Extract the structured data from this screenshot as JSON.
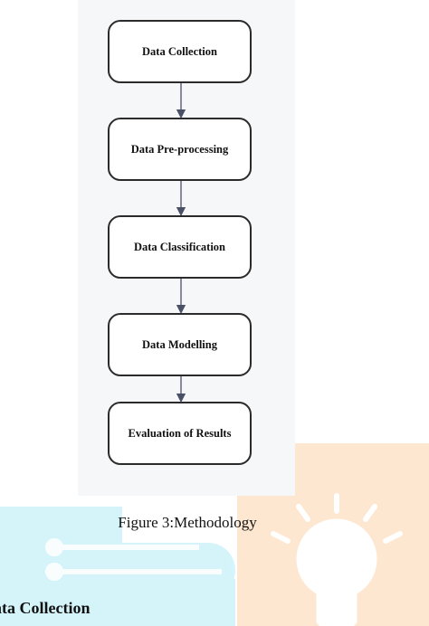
{
  "diagram": {
    "steps": [
      {
        "label": "Data Collection"
      },
      {
        "label": "Data Pre-processing"
      },
      {
        "label": "Data Classification"
      },
      {
        "label": "Data Modelling"
      },
      {
        "label": "Evaluation of Results"
      }
    ],
    "box_border_color": "#2b2b2b",
    "arrow_color": "#4a5066",
    "panel_color": "#f6f7f9"
  },
  "caption": "Figure 3:Methodology",
  "section_heading": "ata Collection",
  "watermark": {
    "colors": {
      "cyan": "#bfeff8",
      "orange": "#fde1c4"
    },
    "icon": "lightbulb-watermark-icon"
  }
}
